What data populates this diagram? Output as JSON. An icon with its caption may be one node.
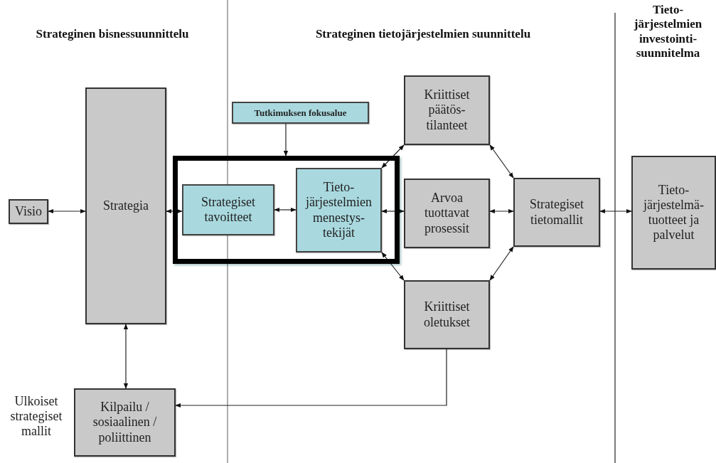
{
  "diagram": {
    "nodes": [
      {
        "text": [
          "Visio"
        ]
      },
      {
        "text": [
          "Strategia"
        ]
      },
      {
        "text": [
          "Tutkimuksen fokusalue"
        ]
      },
      {
        "text": [],
        "shape": "box"
      },
      {
        "text": [
          "Strategiset tavoitteet"
        ],
        "in": 3
      },
      {
        "text": [
          "Tieto- järjestelmien menestys- tekijät"
        ],
        "in": 3
      },
      {
        "text": [
          "Kriittiset päätös- tilanteet"
        ]
      },
      {
        "text": [
          "Arvoa tuottavat prosessit"
        ]
      },
      {
        "text": [
          "Kriittiset oletukset"
        ]
      },
      {
        "text": [
          "Strategiset tietomallit"
        ]
      },
      {
        "text": [
          "Tieto- järjestelmä- tuotteet ja palvelut"
        ]
      },
      {
        "text": [
          "Kilpailu / sosiaalinen / poliittinen"
        ],
        "beside": [
          "Ulkoiset strategiset mallit"
        ]
      }
    ],
    "edges": [
      {
        "from": 0,
        "to": 1,
        "arrow": "both"
      },
      {
        "from": 1,
        "to": 4,
        "arrow": "both"
      },
      {
        "from": 4,
        "to": 5,
        "arrow": "both"
      },
      {
        "from": 5,
        "to": 6,
        "arrow": "both"
      },
      {
        "from": 5,
        "to": 7,
        "arrow": "both"
      },
      {
        "from": 5,
        "to": 8,
        "arrow": "both"
      },
      {
        "from": 6,
        "to": 9,
        "arrow": "both"
      },
      {
        "from": 7,
        "to": 9,
        "arrow": "both"
      },
      {
        "from": 8,
        "to": 9,
        "arrow": "both"
      },
      {
        "from": 9,
        "to": 10,
        "arrow": "both"
      },
      {
        "from": 1,
        "to": 11,
        "arrow": "both"
      },
      {
        "from": 8,
        "to": 11,
        "arrow": "to"
      },
      {
        "from": 2,
        "to": 3,
        "arrow": "to"
      }
    ],
    "labels": [
      "Strateginen bisnessuunnittelu",
      "Strateginen tietojärjestelmien suunnittelu",
      "Tieto- järjestelmien investointi- suunnitelma"
    ]
  }
}
